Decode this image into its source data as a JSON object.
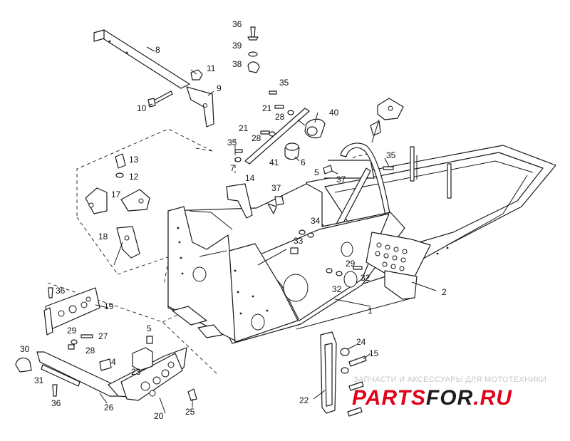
{
  "diagram": {
    "callouts": [
      {
        "id": "c1",
        "text": "1"
      },
      {
        "id": "c2",
        "text": "2"
      },
      {
        "id": "c4",
        "text": "4"
      },
      {
        "id": "c5a",
        "text": "5"
      },
      {
        "id": "c5b",
        "text": "5"
      },
      {
        "id": "c6",
        "text": "6"
      },
      {
        "id": "c7",
        "text": "7"
      },
      {
        "id": "c8",
        "text": "8"
      },
      {
        "id": "c9",
        "text": "9"
      },
      {
        "id": "c10",
        "text": "10"
      },
      {
        "id": "c11",
        "text": "11"
      },
      {
        "id": "c12",
        "text": "12"
      },
      {
        "id": "c13",
        "text": "13"
      },
      {
        "id": "c14",
        "text": "14"
      },
      {
        "id": "c15",
        "text": "15"
      },
      {
        "id": "c17",
        "text": "17"
      },
      {
        "id": "c18",
        "text": "18"
      },
      {
        "id": "c19",
        "text": "19"
      },
      {
        "id": "c20",
        "text": "20"
      },
      {
        "id": "c21a",
        "text": "21"
      },
      {
        "id": "c21b",
        "text": "21"
      },
      {
        "id": "c22",
        "text": "22"
      },
      {
        "id": "c23",
        "text": "23"
      },
      {
        "id": "c24",
        "text": "24"
      },
      {
        "id": "c25",
        "text": "25"
      },
      {
        "id": "c26",
        "text": "26"
      },
      {
        "id": "c27",
        "text": "27"
      },
      {
        "id": "c28a",
        "text": "28"
      },
      {
        "id": "c28b",
        "text": "28"
      },
      {
        "id": "c28c",
        "text": "28"
      },
      {
        "id": "c29a",
        "text": "29"
      },
      {
        "id": "c29b",
        "text": "29"
      },
      {
        "id": "c30",
        "text": "30"
      },
      {
        "id": "c31",
        "text": "31"
      },
      {
        "id": "c32a",
        "text": "32"
      },
      {
        "id": "c32b",
        "text": "32"
      },
      {
        "id": "c33",
        "text": "33"
      },
      {
        "id": "c34",
        "text": "34"
      },
      {
        "id": "c35a",
        "text": "35"
      },
      {
        "id": "c35b",
        "text": "35"
      },
      {
        "id": "c35c",
        "text": "35"
      },
      {
        "id": "c36a",
        "text": "36"
      },
      {
        "id": "c36b",
        "text": "36"
      },
      {
        "id": "c36c",
        "text": "36"
      },
      {
        "id": "c37a",
        "text": "37"
      },
      {
        "id": "c37b",
        "text": "37"
      },
      {
        "id": "c38",
        "text": "38"
      },
      {
        "id": "c39",
        "text": "39"
      },
      {
        "id": "c40",
        "text": "40"
      },
      {
        "id": "c41",
        "text": "41"
      }
    ]
  },
  "watermark": {
    "tagline": "ЗАПЧАСТИ И АКСЕССУАРЫ ДЛЯ МОТОТЕХНИКИ",
    "logo_part1": "PARTS",
    "logo_part2": "FOR",
    "logo_part3": ".RU",
    "colors": {
      "red": "#e2001a",
      "dark": "#1e1e1e"
    }
  }
}
